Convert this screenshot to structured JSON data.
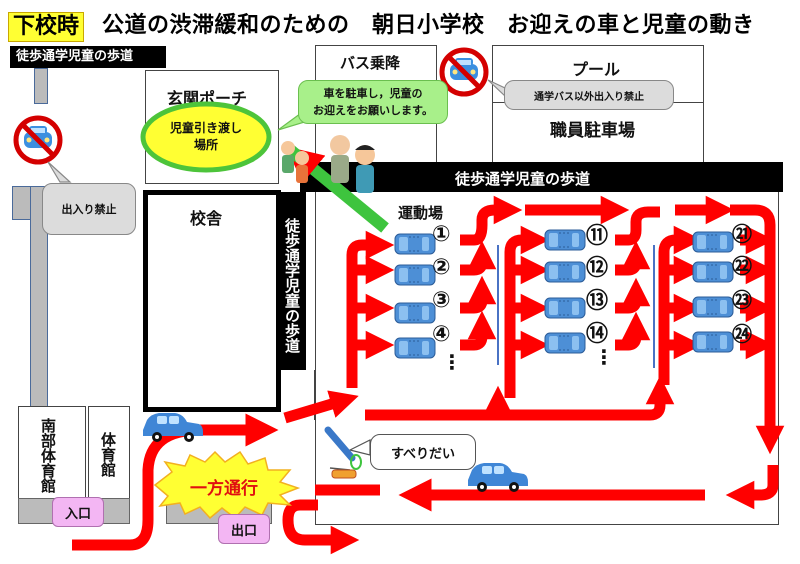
{
  "title": {
    "highlight": "下校時",
    "main": "公道の渋滞緩和のための　朝日小学校　お迎えの車と児童の動き"
  },
  "colors": {
    "arrow_red": "#ff0000",
    "walk_green": "#3ec43e",
    "highlight_yellow": "#ffff33",
    "car_blue": "#4d8fd6",
    "band_black": "#000000",
    "divider_blue": "#4a72c4"
  },
  "walkways": {
    "top_left": "徒歩通学児童の歩道",
    "right_band": "徒歩通学児童の歩道",
    "vertical": "徒歩通学児童の歩道"
  },
  "buildings": {
    "entrance_porch": "玄関ポーチ",
    "school_building": "校舎",
    "bus_stop": "バス乗降",
    "pool": "プール",
    "staff_parking": "職員駐車場",
    "playground": "運動場",
    "south_gym": "南部体育館",
    "gym": "体育館"
  },
  "handover": {
    "label_line1": "児童引き渡し",
    "label_line2": "場所"
  },
  "callouts": {
    "no_entry_left": "出入り禁止",
    "bus_only": "通学バス以外出入り禁止",
    "park_request_line1": "車を駐車し，児童の",
    "park_request_line2": "お迎えをお願いします。",
    "slide": "すべりだい",
    "one_way": "一方通行",
    "entrance": "入口",
    "exit": "出口"
  },
  "icons": {
    "no_car": "no-car-icon",
    "car": "car-icon",
    "parked_car": "parked-car-icon",
    "people": "people-walking-icon",
    "slide": "slide-icon"
  },
  "parking_rows": [
    {
      "column": 1,
      "spots": [
        "①",
        "②",
        "③",
        "④"
      ],
      "more": "⋮"
    },
    {
      "column": 2,
      "spots": [
        "⑪",
        "⑫",
        "⑬",
        "⑭"
      ],
      "more": "⋮"
    },
    {
      "column": 3,
      "spots": [
        "㉑",
        "㉒",
        "㉓",
        "㉔"
      ],
      "more": ""
    }
  ]
}
